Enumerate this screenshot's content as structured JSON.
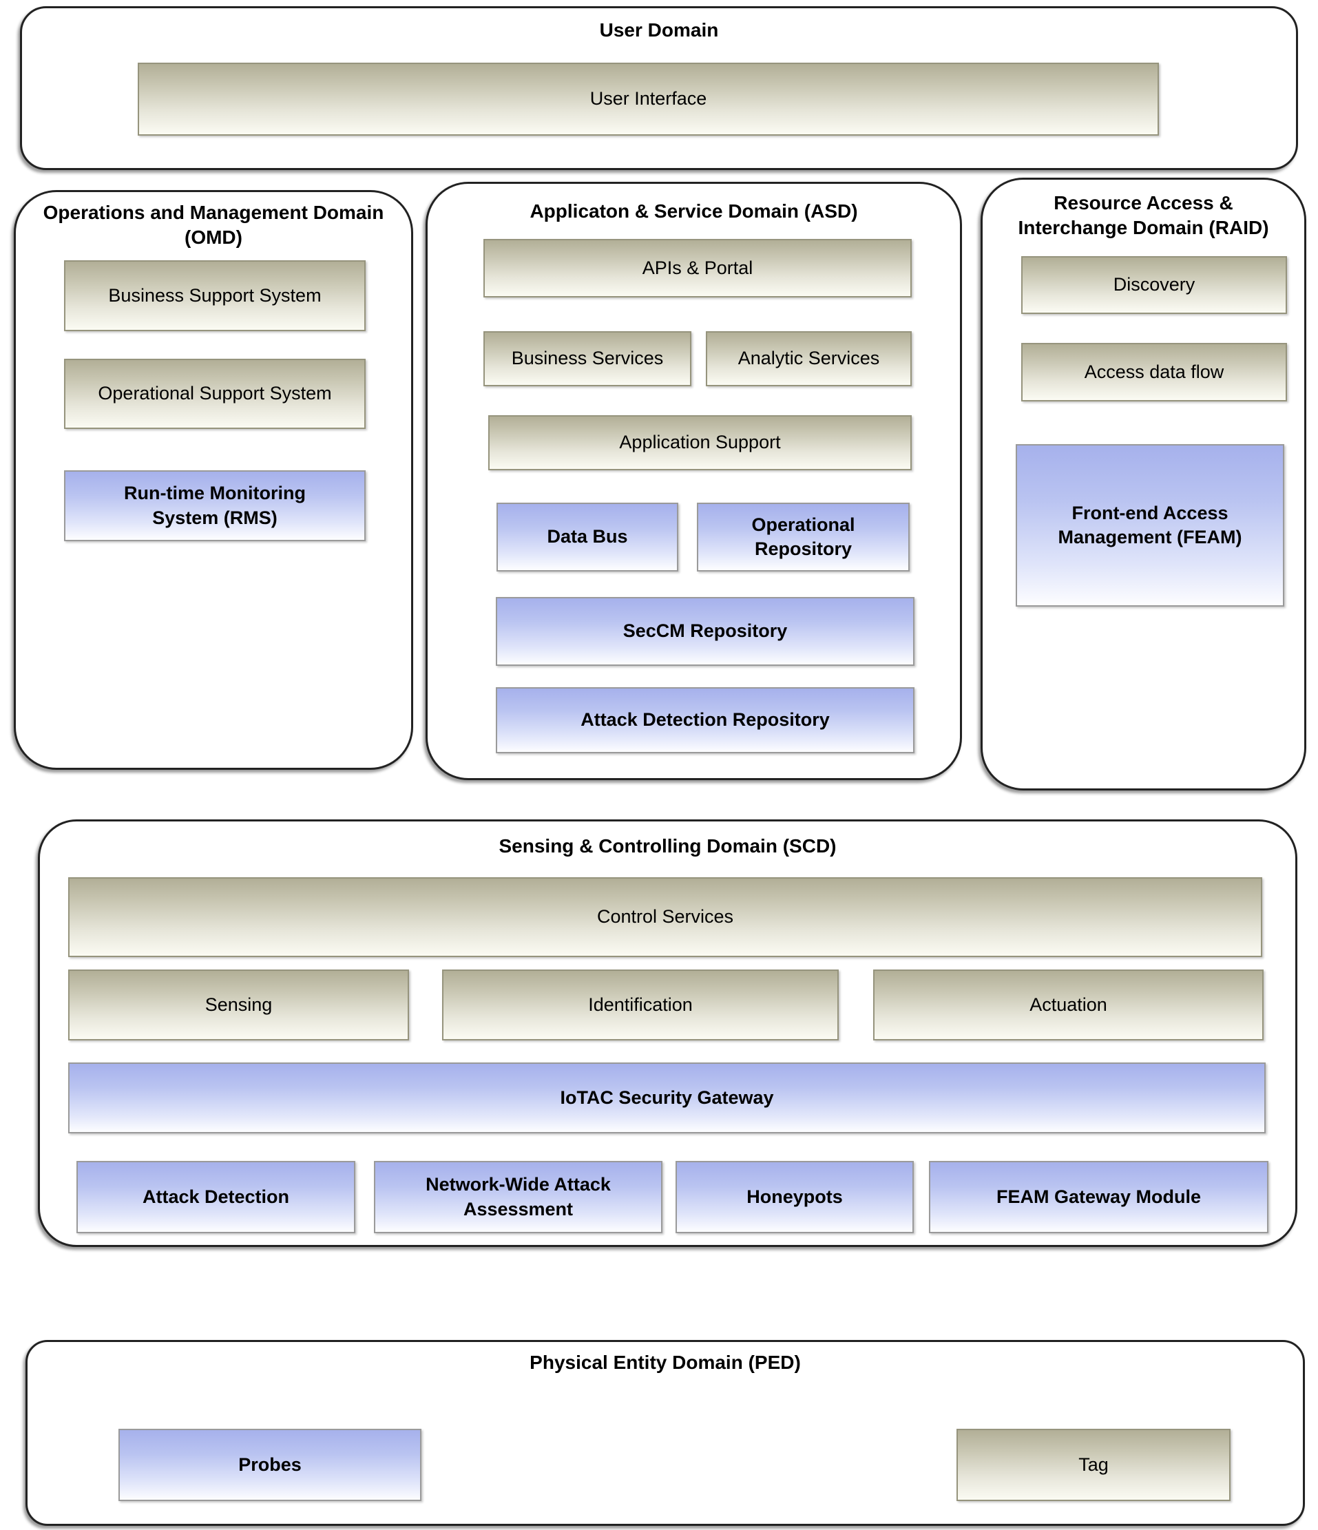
{
  "colors": {
    "tan_gradient_top": "#b2af97",
    "tan_gradient_bottom": "#fbfbf3",
    "tan_border": "#96947d",
    "blue_gradient_top": "#a6b1ec",
    "blue_gradient_bottom": "#fdfdff",
    "blue_border": "#9a9a9a",
    "panel_border": "#222222",
    "text": "#000000",
    "background": "#ffffff"
  },
  "user_domain": {
    "title": "User Domain",
    "user_interface": "User Interface"
  },
  "omd": {
    "title": "Operations and Management Domain\n(OMD)",
    "business_support_system": "Business Support System",
    "operational_support_system": "Operational Support System",
    "runtime_monitoring_system": "Run-time Monitoring\nSystem (RMS)"
  },
  "asd": {
    "title": "Applicaton & Service Domain (ASD)",
    "apis_portal": "APIs & Portal",
    "business_services": "Business Services",
    "analytic_services": "Analytic Services",
    "application_support": "Application Support",
    "data_bus": "Data Bus",
    "operational_repository": "Operational\nRepository",
    "seccm_repository": "SecCM Repository",
    "attack_detection_repository": "Attack Detection Repository"
  },
  "raid": {
    "title": "Resource Access &\nInterchange Domain (RAID)",
    "discovery": "Discovery",
    "access_data_flow": "Access data flow",
    "feam": "Front-end Access\nManagement (FEAM)"
  },
  "scd": {
    "title": "Sensing & Controlling Domain (SCD)",
    "control_services": "Control Services",
    "sensing": "Sensing",
    "identification": "Identification",
    "actuation": "Actuation",
    "iotac_security_gateway": "IoTAC Security Gateway",
    "attack_detection": "Attack Detection",
    "network_wide_attack_assessment": "Network-Wide Attack\nAssessment",
    "honeypots": "Honeypots",
    "feam_gateway_module": "FEAM Gateway Module"
  },
  "ped": {
    "title": "Physical Entity Domain (PED)",
    "probes": "Probes",
    "tag": "Tag"
  }
}
